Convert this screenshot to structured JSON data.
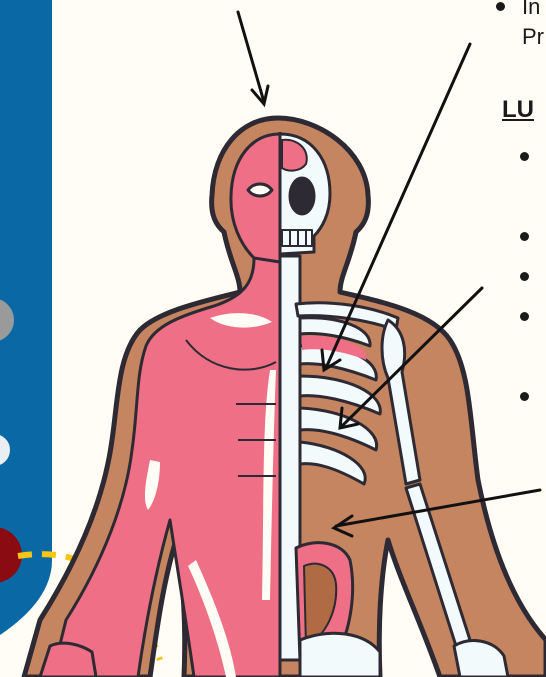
{
  "colors": {
    "background": "#fffdf5",
    "side_panel": "#0a69a4",
    "body_outline": "#c58561",
    "outline_dark": "#2e2a33",
    "muscle": "#ee6f86",
    "muscle_shade": "#d8556e",
    "bone": "#f2fafc",
    "intestine": "#ee6f86",
    "colon_inner": "#b06a44",
    "dashed_path": "#f5c518",
    "side_circle_gray": "#9a9a9a",
    "side_circle_red": "#8b0b12",
    "side_circle_white": "#e9eef2"
  },
  "text": {
    "line_top": "In",
    "line_second": "Pr",
    "heading_lu": "LU"
  },
  "icons": {
    "bullets": "bullet-dot",
    "arrows": "arrow-pointer"
  }
}
